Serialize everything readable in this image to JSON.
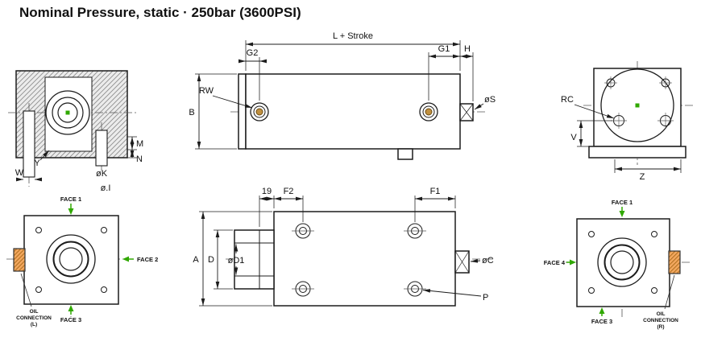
{
  "title": "Nominal Pressure, static · 250bar (3600PSI)",
  "colors": {
    "line": "#1c1c1c",
    "accent_green": "#30a800",
    "port_orange": "#f2a75f",
    "port_hatch": "#b06f1e",
    "brass": "#c09040"
  },
  "views": {
    "section": {
      "labels": {
        "W": "W",
        "Y": "Y",
        "M": "M",
        "N": "N",
        "K": "øK",
        "I": "ø.I"
      }
    },
    "side": {
      "labels": {
        "stroke": "L + Stroke",
        "G2": "G2",
        "G1": "G1",
        "H": "H",
        "RW": "RW",
        "B": "B",
        "S": "øS"
      }
    },
    "end": {
      "labels": {
        "RC": "RC",
        "V": "V",
        "Z": "Z"
      }
    },
    "face_left": {
      "labels": {
        "face1": "FACE 1",
        "face2": "FACE 2",
        "face3": "FACE 3",
        "oil1": "OIL",
        "oil2": "CONNECTION",
        "oil3": "(L)"
      }
    },
    "top": {
      "labels": {
        "n19": "19",
        "F2": "F2",
        "F1": "F1",
        "A": "A",
        "D": "D",
        "D1": "øD1",
        "C": "øC",
        "P": "P"
      }
    },
    "face_right": {
      "labels": {
        "face1": "FACE 1",
        "face4": "FACE 4",
        "face3": "FACE 3",
        "oil1": "OIL",
        "oil2": "CONNECTION",
        "oil3": "(R)"
      }
    }
  }
}
